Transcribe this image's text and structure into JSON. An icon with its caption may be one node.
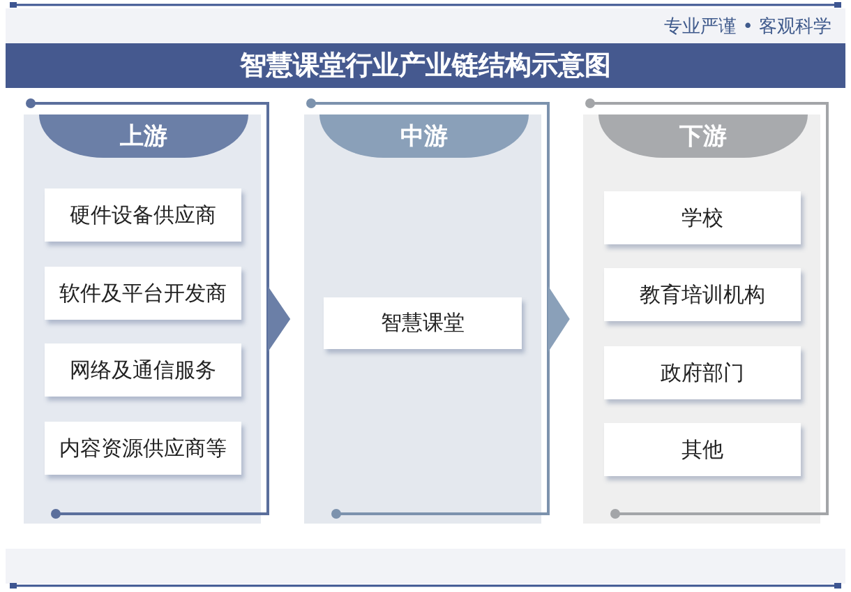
{
  "diagram": {
    "title": "智慧课堂行业产业链结构示意图",
    "nodes": [
      {
        "text": [
          "上游"
        ]
      },
      {
        "text": [
          "硬件设备供应商"
        ],
        "in": 0
      },
      {
        "text": [
          "软件及平台开发商"
        ],
        "in": 0
      },
      {
        "text": [
          "网络及通信服务"
        ],
        "in": 0
      },
      {
        "text": [
          "内容资源供应商等"
        ],
        "in": 0
      },
      {
        "text": [
          "中游"
        ]
      },
      {
        "text": [
          "智慧课堂"
        ],
        "in": 5
      },
      {
        "text": [
          "下游"
        ]
      },
      {
        "text": [
          "学校"
        ],
        "in": 7
      },
      {
        "text": [
          "教育培训机构"
        ],
        "in": 7
      },
      {
        "text": [
          "政府部门"
        ],
        "in": 7
      },
      {
        "text": [
          "其他"
        ],
        "in": 7
      }
    ],
    "edges": [
      {
        "from": 0,
        "to": 5,
        "arrow": "to"
      },
      {
        "from": 5,
        "to": 7,
        "arrow": "to"
      }
    ],
    "labels": [
      "专业严谨 • 客观科学"
    ]
  }
}
